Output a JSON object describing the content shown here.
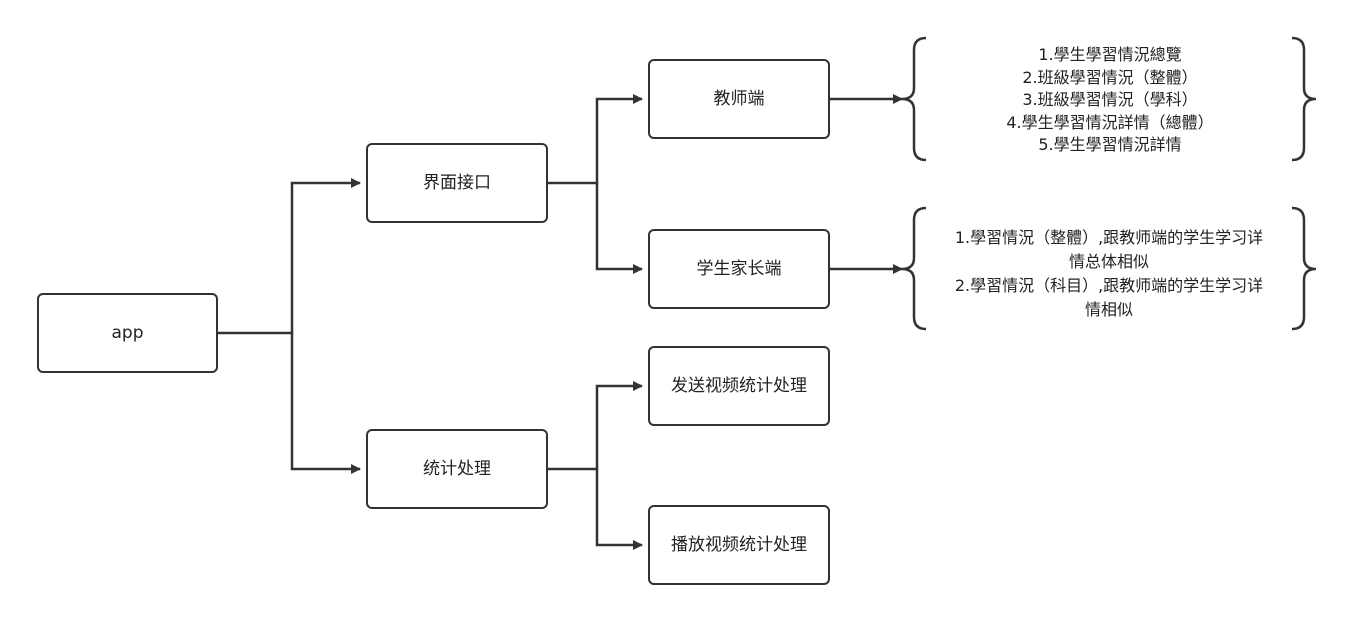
{
  "nodes": {
    "app": "app",
    "ui": "界面接口",
    "stats": "统计处理",
    "teacher": "教师端",
    "parent": "学生家长端",
    "send": "发送视频统计处理",
    "play": "播放视频统计处理"
  },
  "teacher_notes": [
    "1.學生學習情況總覽",
    "2.班級學習情況（整體）",
    "3.班級學習情況（學科）",
    "4.學生學習情況詳情（總體）",
    "5.學生學習情況詳情"
  ],
  "parent_notes": [
    "1.學習情況（整體）,跟教师端的学生学习详",
    "情总体相似",
    "2.學習情況（科目）,跟教师端的学生学习详",
    "情相似"
  ]
}
